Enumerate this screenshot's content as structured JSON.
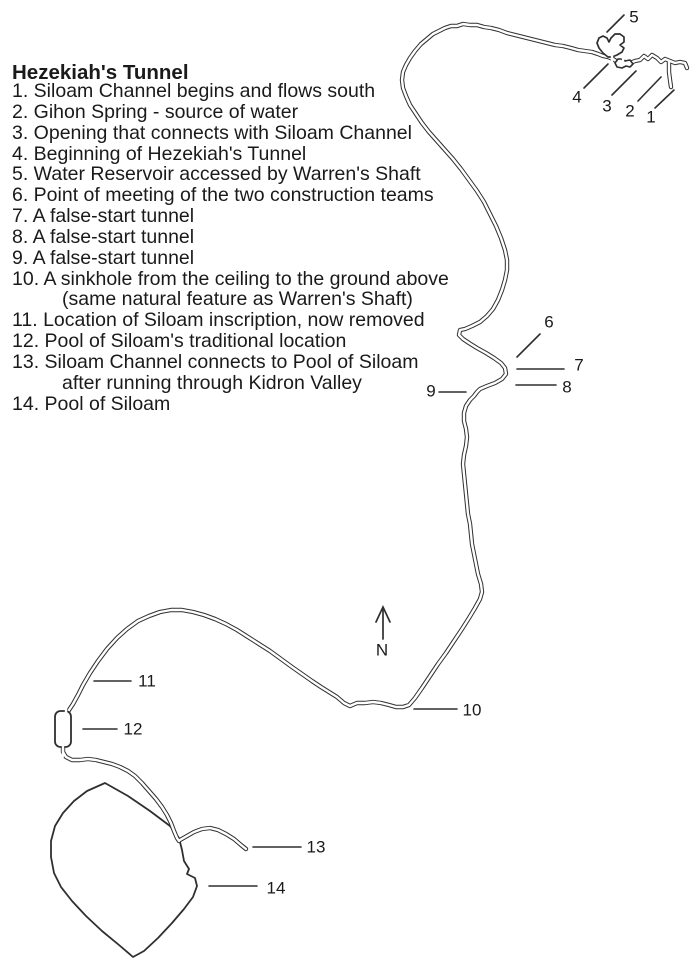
{
  "colors": {
    "background": "#ffffff",
    "ink_text": "#1a1a1a",
    "ink_line": "#2f2f2f"
  },
  "legend": {
    "title": "Hezekiah's Tunnel",
    "rows": [
      {
        "text": "1. Siloam Channel begins and flows south"
      },
      {
        "text": "2. Gihon Spring - source of water"
      },
      {
        "text": "3. Opening that connects with Siloam Channel"
      },
      {
        "text": "4. Beginning of Hezekiah's Tunnel"
      },
      {
        "text": "5. Water Reservoir accessed by Warren's Shaft"
      },
      {
        "text": "6. Point of meeting of the two construction teams"
      },
      {
        "text": "7. A false-start tunnel"
      },
      {
        "text": "8. A false-start tunnel"
      },
      {
        "text": "9. A false-start tunnel"
      },
      {
        "text": "10. A sinkhole from the ceiling to the ground above"
      },
      {
        "text": "(same natural feature as Warren's Shaft)"
      },
      {
        "text": "11. Location of Siloam inscription, now removed"
      },
      {
        "text": "12. Pool of Siloam's traditional location"
      },
      {
        "text": "13. Siloam Channel connects to Pool of Siloam"
      },
      {
        "text": "after running through Kidron Valley"
      },
      {
        "text": "14. Pool of Siloam"
      }
    ]
  },
  "map": {
    "labels": [
      {
        "text": "1"
      },
      {
        "text": "2"
      },
      {
        "text": "3"
      },
      {
        "text": "4"
      },
      {
        "text": "5"
      },
      {
        "text": "6"
      },
      {
        "text": "7"
      },
      {
        "text": "8"
      },
      {
        "text": "9"
      },
      {
        "text": "10"
      },
      {
        "text": "11"
      },
      {
        "text": "12"
      },
      {
        "text": "13"
      },
      {
        "text": "14"
      }
    ],
    "compass": {
      "label": "N"
    }
  }
}
